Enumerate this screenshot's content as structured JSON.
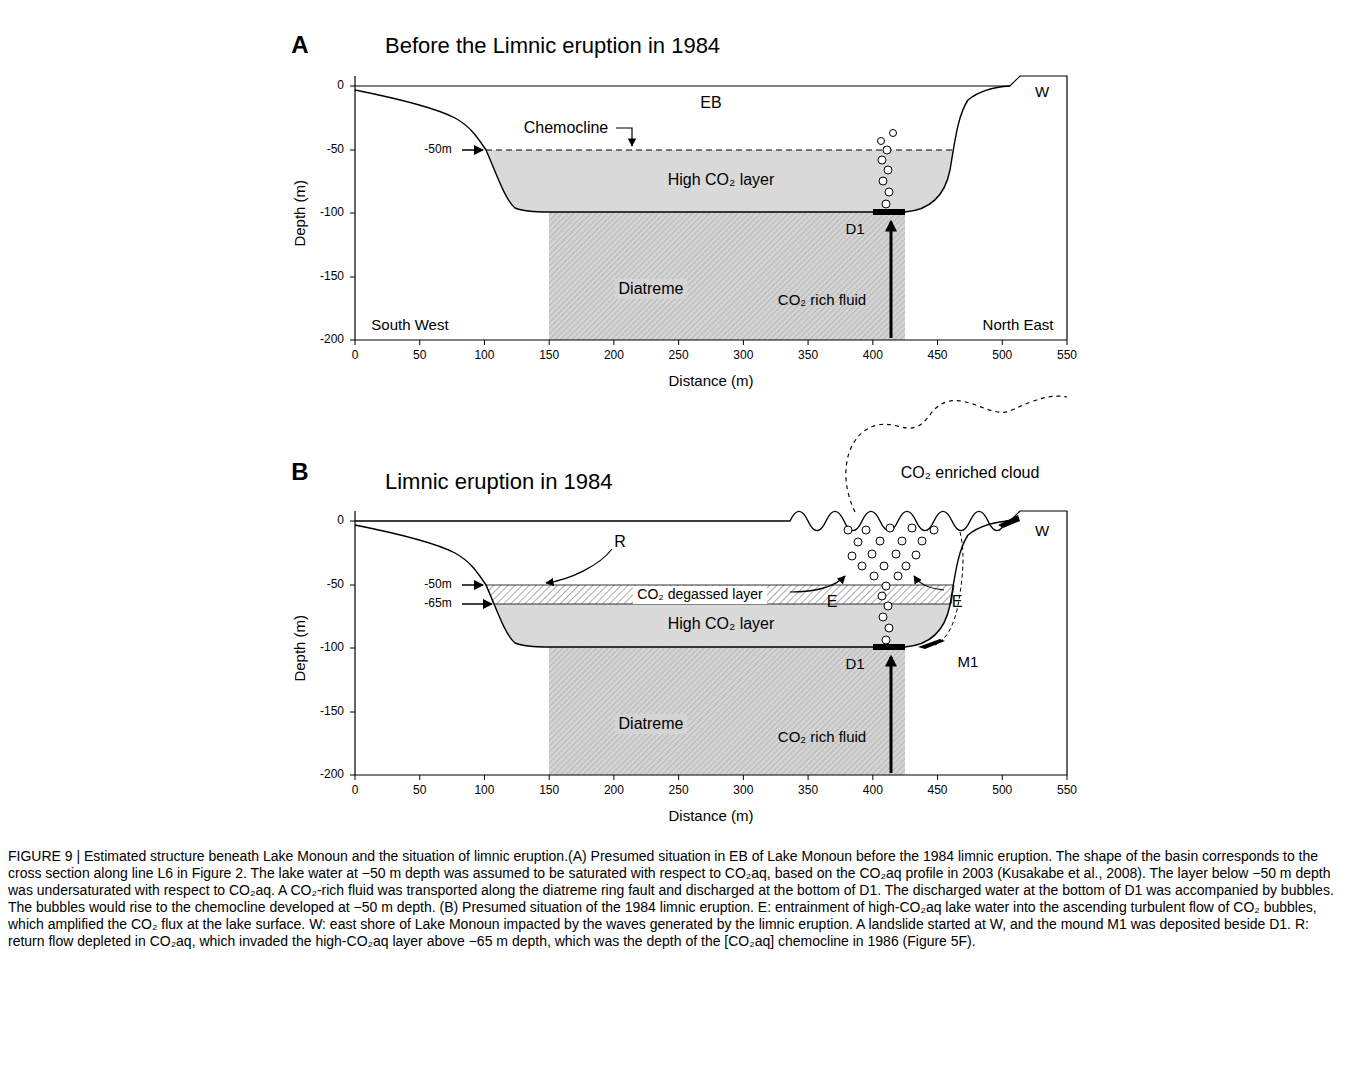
{
  "diagram": {
    "caption": "FIGURE 9 | Estimated structure beneath Lake Monoun and the situation of limnic eruption.(A) Presumed situation in EB of Lake Monoun before the 1984 limnic eruption. The shape of the basin corresponds to the cross section along line L6 in Figure 2. The lake water at −50 m depth was assumed to be saturated with respect to CO₂aq, based on the CO₂aq profile in 2003 (Kusakabe et al., 2008). The layer below −50 m depth was undersaturated with respect to CO₂aq. A CO₂-rich fluid was transported along the diatreme ring fault and discharged at the bottom of D1. The discharged water at the bottom of D1 was accompanied by bubbles. The bubbles would rise to the chemocline developed at −50 m depth. (B) Presumed situation of the 1984 limnic eruption. E: entrainment of high-CO₂aq lake water into the ascending turbulent flow of CO₂ bubbles, which amplified the CO₂ flux at the lake surface. W: east shore of Lake Monoun impacted by the waves generated by the limnic eruption. A landslide started at W, and the mound M1 was deposited beside D1. R: return flow depleted in CO₂aq, which invaded the high-CO₂aq layer above −65 m depth, which was the depth of the [CO₂aq] chemocline in 1986 (Figure 5F).",
    "nodes": [
      {
        "text": [
          "High CO₂ layer"
        ]
      },
      {
        "text": [
          "Diatreme"
        ]
      },
      {
        "text": [
          "CO₂ degassed layer"
        ]
      },
      {
        "text": [
          "High CO₂ layer"
        ]
      },
      {
        "text": [
          "Diatreme"
        ]
      }
    ],
    "labels": [
      "A",
      "Before the Limnic eruption in 1984",
      "0",
      "-50",
      "-100",
      "-150",
      "-200",
      "Depth (m)",
      "0",
      "50",
      "100",
      "150",
      "200",
      "250",
      "300",
      "350",
      "400",
      "450",
      "500",
      "550",
      "Distance (m)",
      "EB",
      "W",
      "Chemocline",
      "-50m",
      "D1",
      "CO₂ rich fluid",
      "South West",
      "North East",
      "B",
      "Limnic eruption in 1984",
      "CO₂ enriched cloud",
      "R",
      "W",
      "-50m",
      "-65m",
      "E",
      "E",
      "D1",
      "M1",
      "CO₂ rich fluid",
      "0",
      "-50",
      "-100",
      "-150",
      "-200",
      "Depth (m)",
      "0",
      "50",
      "100",
      "150",
      "200",
      "250",
      "300",
      "350",
      "400",
      "450",
      "500",
      "550",
      "Distance (m)"
    ]
  }
}
